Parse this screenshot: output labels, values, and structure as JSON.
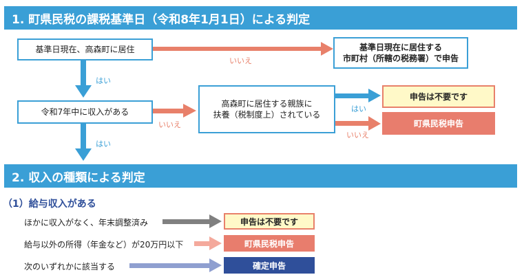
{
  "section1": {
    "title": "1. 町県民税の課税基準日（令和8年1月1日）による判定"
  },
  "section2": {
    "title": "2. 収入の種類による判定"
  },
  "flow": {
    "q1": "基準日現在、高森町に居住",
    "q1_no_result": [
      "基準日現在に居住する",
      "市町村（所轄の税務署）で申告"
    ],
    "q2": "令和7年中に収入がある",
    "q3": [
      "高森町に居住する親族に",
      "扶養（税制度上）されている"
    ],
    "result_not_needed": "申告は不要です",
    "result_town_tax": "町県民税申告",
    "yes": "はい",
    "no": "いいえ"
  },
  "salary": {
    "heading": "（1）給与収入がある",
    "rows": [
      {
        "condition": "ほかに収入がなく、年末調整済み",
        "result": "申告は不要です"
      },
      {
        "condition": "給与以外の所得（年金など）が20万円以下",
        "result": "町県民税申告"
      },
      {
        "condition": "次のいずれかに該当する",
        "result": "確定申告"
      }
    ]
  },
  "colors": {
    "header_blue": "#3a9fd6",
    "no_arrow": "#e8806a",
    "yes_arrow": "#3a9fd6",
    "result_yellow": "#fff9c8",
    "result_salmon": "#e87d6d",
    "result_navy": "#2f4f9a",
    "row_arrow_gray": "#808080",
    "row_arrow_pink": "#f4a99c",
    "row_arrow_lavender": "#8f9fd0"
  }
}
